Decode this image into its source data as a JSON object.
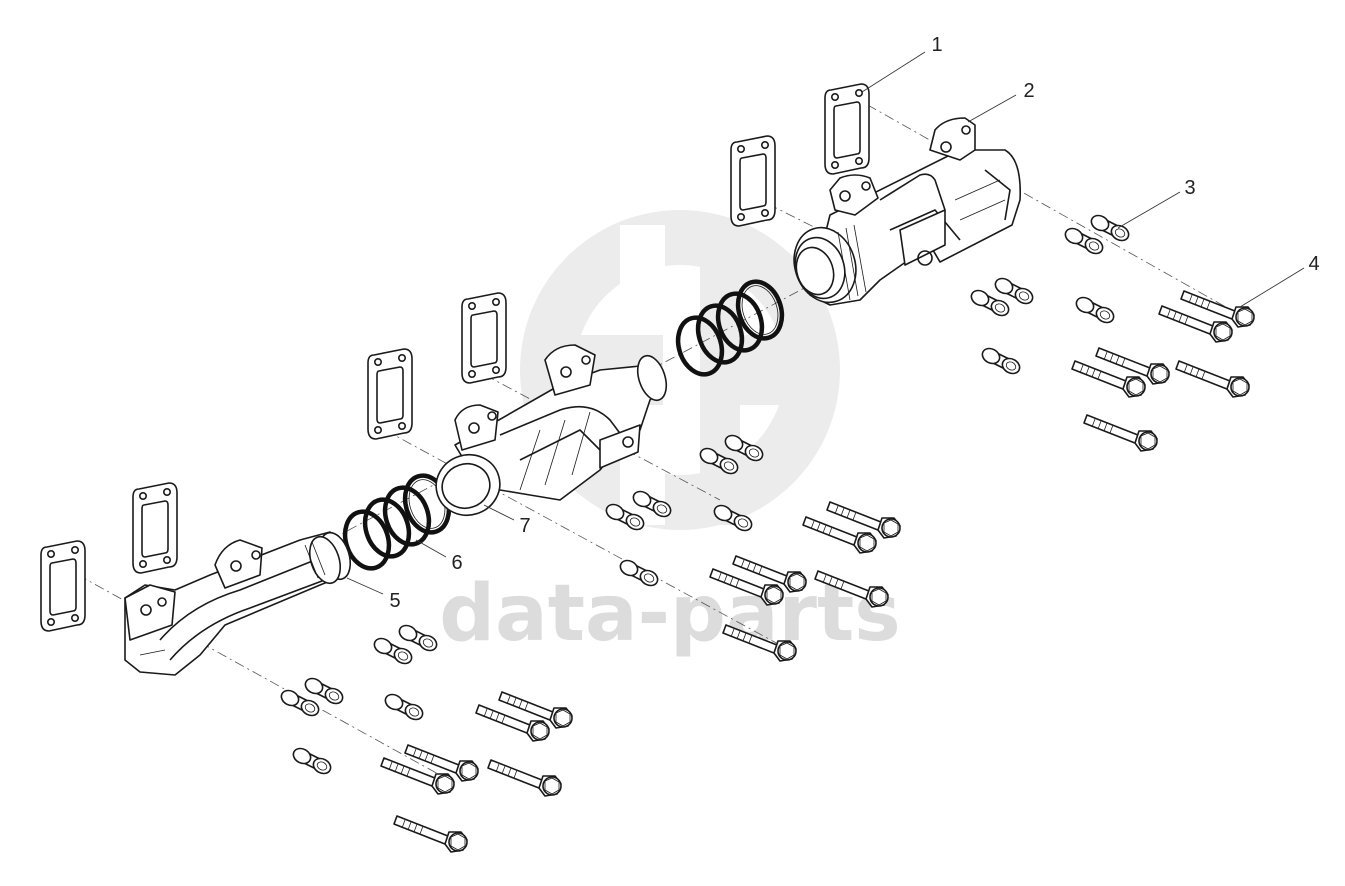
{
  "diagram": {
    "watermark": "data-parts",
    "header_tag": "",
    "callouts": [
      "1",
      "2",
      "3",
      "4",
      "5",
      "6",
      "7"
    ],
    "colors": {
      "line": "#1a1a1a",
      "watermark": "#dcdcdc",
      "background": "#ffffff"
    }
  }
}
